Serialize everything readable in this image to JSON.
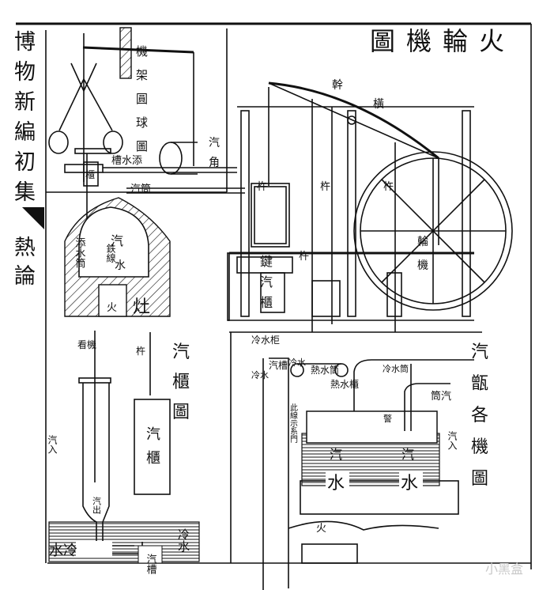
{
  "book_title": "博物新編初集",
  "section": "熱論",
  "main_title": "火輪機圖",
  "governor": {
    "title": "機架圓球圖",
    "steam_pipe": "汽角"
  },
  "engine_labels": {
    "beam": [
      "幹",
      "橫"
    ],
    "rod": "杵",
    "wheel_gear": "輪機",
    "feed_tank": "添水槽",
    "feed_pipe": "添水筒",
    "tank": "櫃",
    "iron_wire": "鉄線",
    "steam_pipe": "汽筒",
    "cylinder": "鍵汽櫃",
    "cold_water_tank": "冷水柜",
    "condenser": "汽槽",
    "cold_water": "冷水",
    "hot_water_pipe": "熱水筒",
    "hot_water_tank": "熱水櫃",
    "cold_water_pipe": "冷水筒",
    "steam": "汽",
    "water": "水",
    "fire": "火",
    "furnace": "灶"
  },
  "cylinder_diagram": {
    "title": "汽櫃圖",
    "valve": "看機",
    "rod": "杵",
    "steam_in": "汽入",
    "cylinder": "汽櫃",
    "steam_out": "汽出",
    "cold_water": "冷水",
    "condenser": "汽槽"
  },
  "boiler_diagram": {
    "title": "汽甑各機圖",
    "steam_pipe": "筒汽",
    "steam": "汽",
    "water": "水",
    "fire": "火",
    "steam_in": "汽入",
    "alarm": "警",
    "note": "此線示系門"
  },
  "watermark": "小黑盒"
}
